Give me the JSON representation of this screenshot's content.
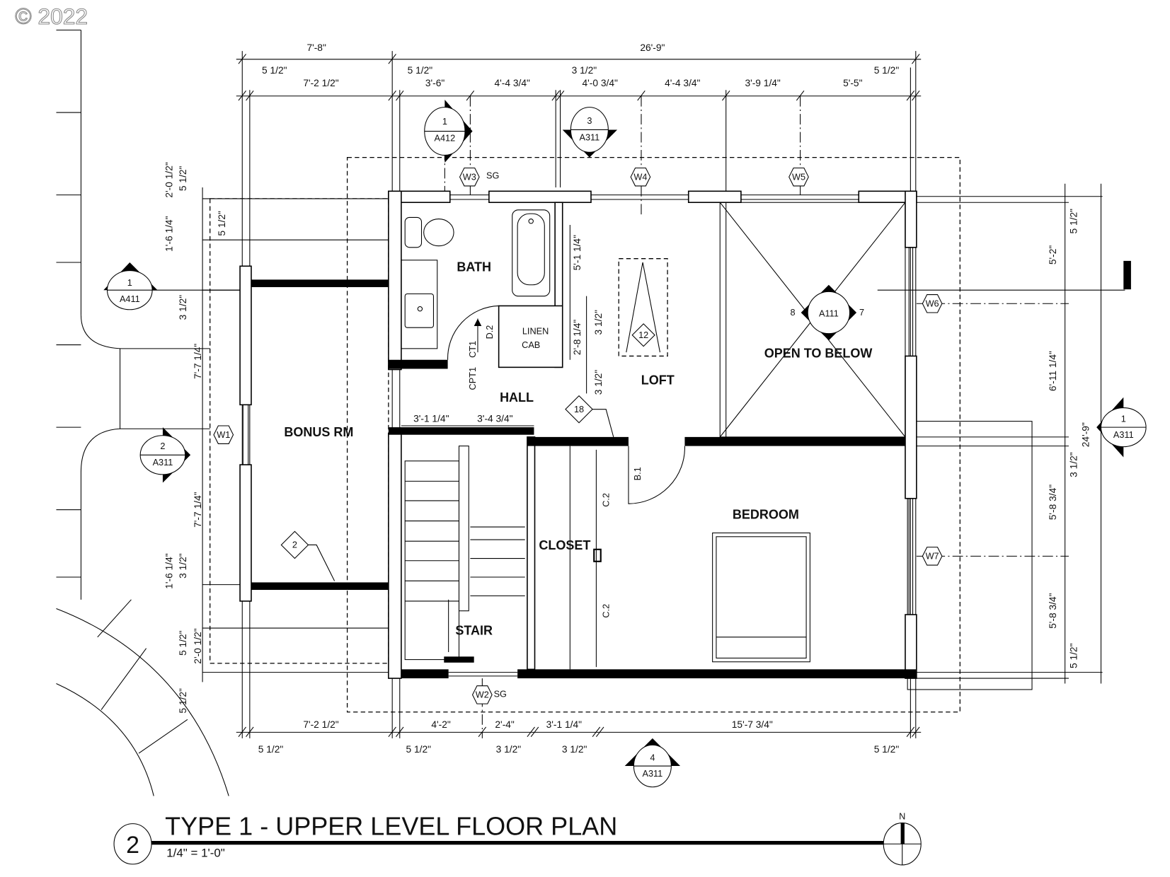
{
  "copyright": "© 2022",
  "title": {
    "number": "2",
    "text": "TYPE 1 - UPPER LEVEL FLOOR PLAN",
    "scale": "1/4\" = 1'-0\"",
    "north": "N"
  },
  "rooms": {
    "bath": "BATH",
    "linen1": "LINEN",
    "linen2": "CAB",
    "hall": "HALL",
    "loft": "LOFT",
    "open_below": "OPEN TO BELOW",
    "bonus": "BONUS RM",
    "closet": "CLOSET",
    "bedroom": "BEDROOM",
    "stair": "STAIR"
  },
  "finish_tags": [
    "D.2",
    "CT1",
    "CPT1",
    "B.1",
    "C.2",
    "C.2"
  ],
  "dims_top": {
    "overall": [
      "7'-8\"",
      "26'-9\""
    ],
    "segments": [
      "7'-2 1/2\"",
      "3'-6\"",
      "4'-4 3/4\"",
      "4'-0 3/4\"",
      "4'-4 3/4\"",
      "3'-9 1/4\"",
      "5'-5\""
    ],
    "small": [
      "5 1/2\"",
      "5 1/2\"",
      "3 1/2\"",
      "5 1/2\""
    ]
  },
  "dims_bottom": {
    "segments": [
      "7'-2 1/2\"",
      "4'-2\"",
      "2'-4\"",
      "3'-1 1/4\"",
      "15'-7 3/4\""
    ],
    "small": [
      "5 1/2\"",
      "5 1/2\"",
      "3 1/2\"",
      "3 1/2\"",
      "5 1/2\""
    ]
  },
  "dims_right": [
    "5 1/2\"",
    "5'-2\"",
    "6'-11 1/4\"",
    "3 1/2\"",
    "5'-8 3/4\"",
    "5'-8 3/4\"",
    "5 1/2\"",
    "24'-9\""
  ],
  "dims_left": [
    "2'-0 1/2\"",
    "5 1/2\"",
    "5 1/2\"",
    "1'-6 1/4\"",
    "3 1/2\"",
    "7'-7 1/4\"",
    "7'-7 1/4\"",
    "1'-6 1/4\"",
    "3 1/2\"",
    "5 1/2\"",
    "2'-0 1/2\"",
    "5 1/2\""
  ],
  "dims_interior": [
    "5'-1 1/4\"",
    "3 1/2\"",
    "2'-8 1/4\"",
    "3 1/2\"",
    "3'-1 1/4\"",
    "3'-4 3/4\""
  ],
  "sections": [
    {
      "num": "1",
      "sheet": "A412"
    },
    {
      "num": "3",
      "sheet": "A311"
    },
    {
      "num": "1",
      "sheet": "A411"
    },
    {
      "num": "2",
      "sheet": "A311"
    },
    {
      "num": "1",
      "sheet": "A311"
    },
    {
      "num": "4",
      "sheet": "A311"
    }
  ],
  "interior_elevation": {
    "sheet": "A111",
    "left": "8",
    "right": "7"
  },
  "windows": [
    "W3",
    "W4",
    "W5",
    "W6",
    "W1",
    "W7",
    "W2"
  ],
  "window_notes": [
    "SG",
    "SG"
  ],
  "keynotes": [
    "12",
    "18",
    "2"
  ]
}
